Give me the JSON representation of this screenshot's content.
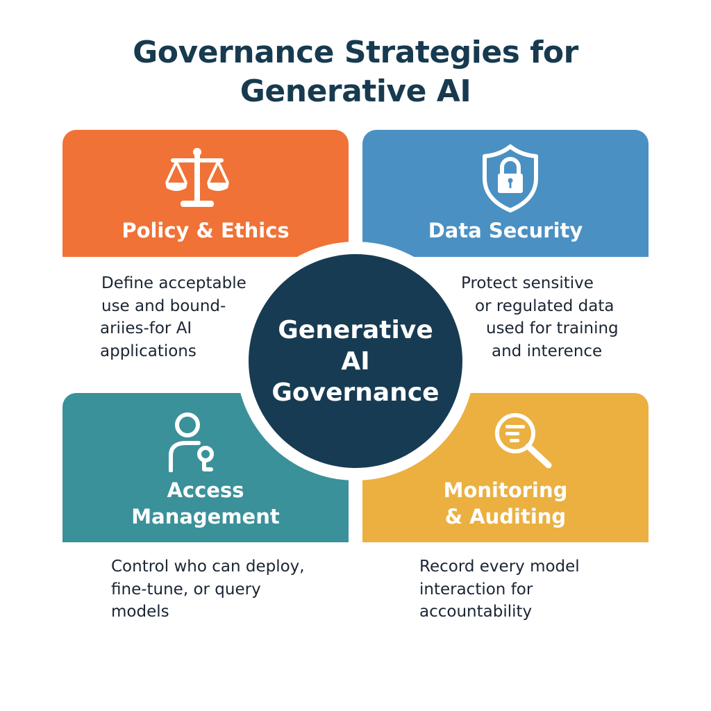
{
  "title": {
    "line1": "Governance Strategies for",
    "line2": "Generative AI"
  },
  "hub": {
    "line1": "Generative",
    "line2": "AI",
    "line3": "Governance",
    "color": "#173b52"
  },
  "quadrants": [
    {
      "label": "Policy & Ethics",
      "icon": "scales-of-justice-icon",
      "color": "#f07236",
      "description": [
        "Define acceptable",
        "use and bound-",
        "ariies-for AI",
        "applications"
      ]
    },
    {
      "label": "Data Security",
      "icon": "shield-lock-icon",
      "color": "#4a90c3",
      "description": [
        "Protect sensitive",
        "or regulated data",
        "used for training",
        "and interence"
      ]
    },
    {
      "label_line1": "Access",
      "label_line2": "Management",
      "icon": "user-key-icon",
      "color": "#3a9199",
      "description": [
        "Control who can deploy,",
        "fine-tune, or query",
        "models"
      ]
    },
    {
      "label_line1": "Monitoring",
      "label_line2": "& Auditing",
      "icon": "magnifier-filter-icon",
      "color": "#ebb040",
      "description": [
        "Record every model",
        "interaction for",
        "accountability"
      ]
    }
  ]
}
